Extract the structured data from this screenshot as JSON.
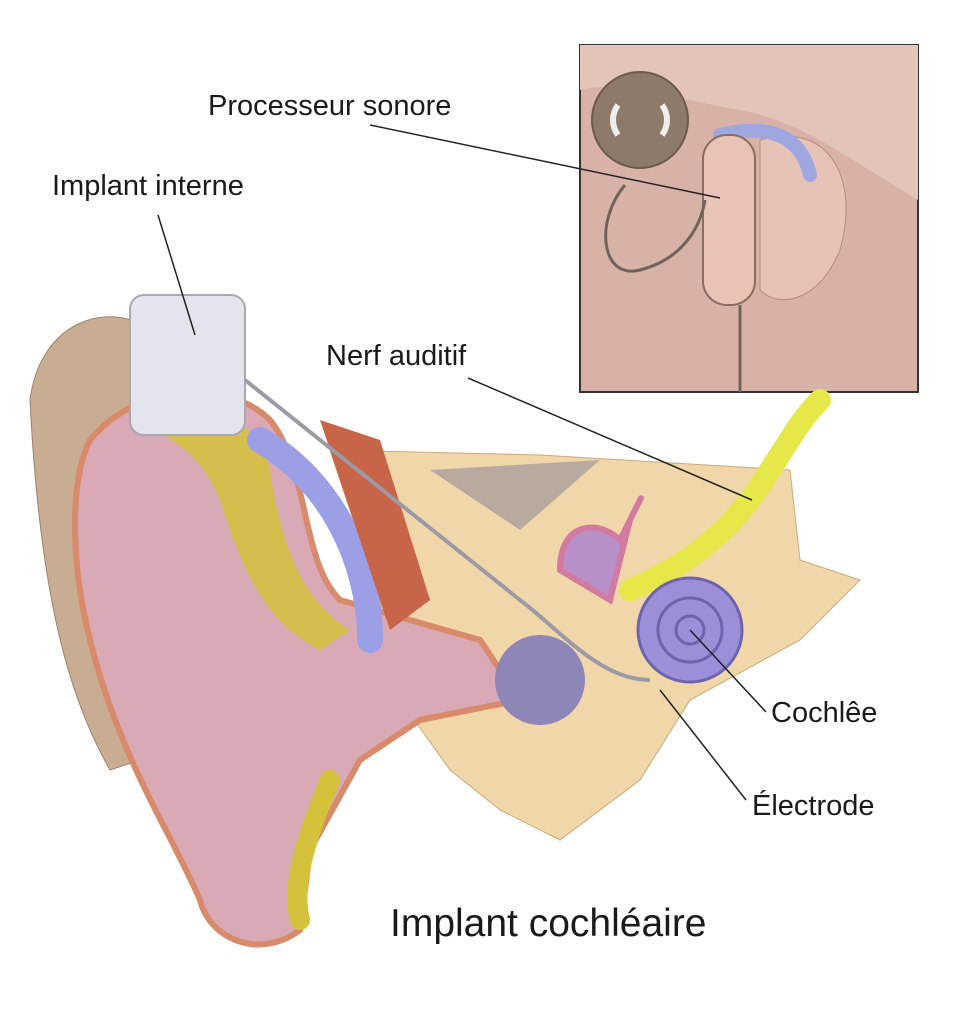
{
  "title": "Implant cochléaire",
  "labels": {
    "sound_processor": "Processeur sonore",
    "internal_implant": "Implant interne",
    "auditory_nerve": "Nerf auditif",
    "cochlea": "Cochlêe",
    "electrode": "Électrode"
  },
  "colors": {
    "skin": "#d9a9b6",
    "bone": "#f0d6a8",
    "nerve": "#e6e84a",
    "cochlea": "#9a8fd8",
    "inset_bg": "#d8b2a6"
  }
}
